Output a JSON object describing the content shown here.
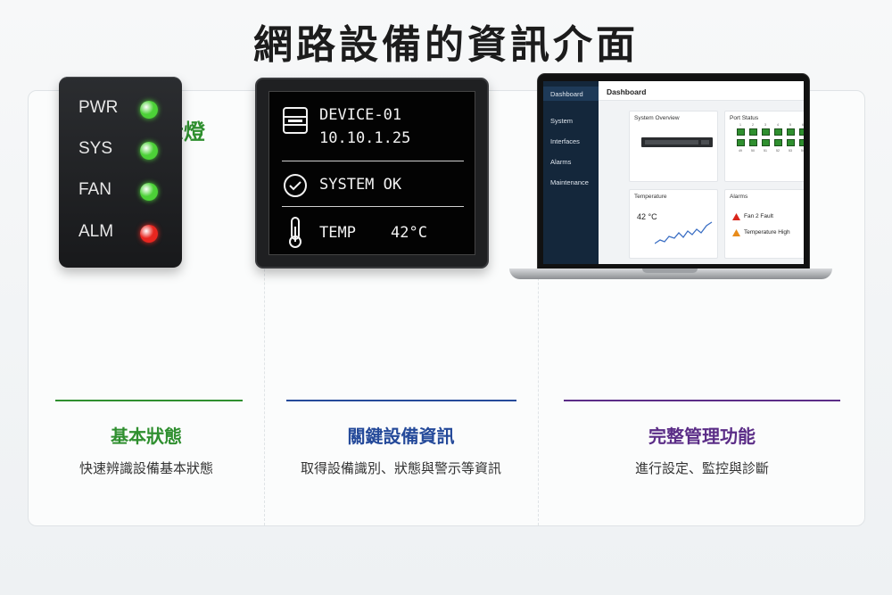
{
  "title": "網路設備的資訊介面",
  "columns": [
    {
      "title": "LED 指示燈",
      "subtitle": "基本狀態",
      "description": "快速辨識設備基本狀態",
      "color": "#2f8f2f"
    },
    {
      "title": "本機顯示",
      "subtitle": "關鍵設備資訊",
      "description": "取得設備識別、狀態與警示等資訊",
      "color": "#254a9a"
    },
    {
      "title": "遠端管理",
      "subtitle": "完整管理功能",
      "description": "進行設定、監控與診斷",
      "color": "#5b2d87"
    }
  ],
  "led_panel": {
    "leds": [
      {
        "label": "PWR",
        "color": "green",
        "hex": "#4cd137"
      },
      {
        "label": "SYS",
        "color": "green",
        "hex": "#4cd137"
      },
      {
        "label": "FAN",
        "color": "green",
        "hex": "#4cd137"
      },
      {
        "label": "ALM",
        "color": "red",
        "hex": "#e8261f"
      }
    ]
  },
  "lcd": {
    "device_name": "DEVICE-01",
    "ip": "10.10.1.25",
    "status": "SYSTEM OK",
    "temp_label": "TEMP",
    "temp_value": "42°C",
    "icons": [
      "server-icon",
      "check-circle-icon",
      "thermometer-icon"
    ]
  },
  "dashboard": {
    "sidebar": [
      "Dashboard",
      "System",
      "Interfaces",
      "Alarms",
      "Maintenance"
    ],
    "header": "Dashboard",
    "cards": {
      "overview": "System Overview",
      "ports": "Port Status",
      "temperature": "Temperature",
      "temperature_value": "42 °C",
      "alarms": "Alarms",
      "alarm_items": [
        "Fan 2 Fault",
        "Temperature High"
      ]
    },
    "port_top_numbers": [
      "1",
      "2",
      "3",
      "4",
      "5",
      "6"
    ],
    "port_bottom_numbers": [
      "49",
      "50",
      "51",
      "52",
      "53",
      "54"
    ]
  }
}
